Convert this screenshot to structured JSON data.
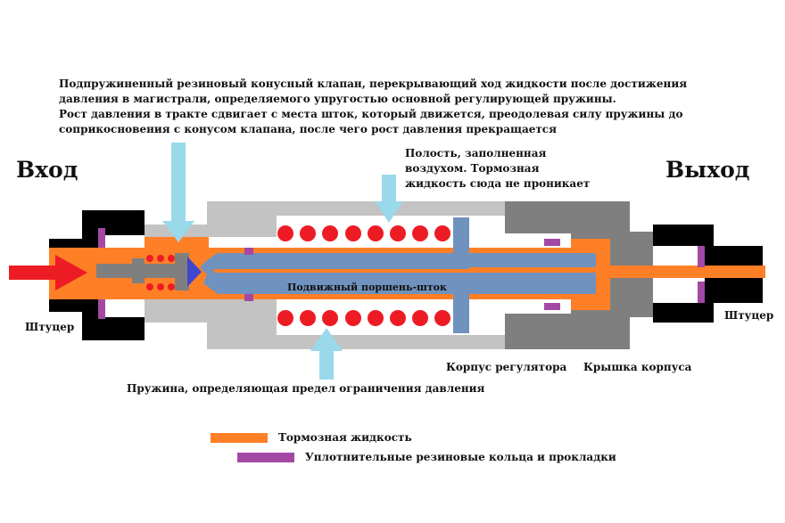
{
  "labels": {
    "inlet": "Вход",
    "outlet": "Выход",
    "fitting_left": "Штуцер",
    "fitting_right": "Штуцер",
    "valve_note_lines": [
      "Подпружиненный резиновый конусный клапан, перекрывающий ход жидкости после достижения",
      "давления в магистрали, определяемого упругостью основной регулирующей пружины.",
      "Рост давления в тракте сдвигает с места шток, который движется, преодолевая силу пружины до",
      "соприкосновения с конусом клапана, после чего рост давления прекращается"
    ],
    "air_cavity_lines": [
      "Полость, заполненная",
      "воздухом. Тормозная",
      "жидкость сюда не проникает"
    ],
    "piston": "Подвижный поршень-шток",
    "spring": "Пружина, определяющая предел ограничения давления",
    "body": "Корпус регулятора",
    "cover": "Крышка корпуса"
  },
  "legend": [
    {
      "label": "Тормозная жидкость",
      "color": "#ff7f27"
    },
    {
      "label": "Уплотнительные резиновые кольца и прокладки",
      "color": "#a349a4"
    }
  ],
  "colors": {
    "fluid": "#ff7f27",
    "seal": "#a349a4",
    "body": "#c3c3c3",
    "cover": "#7f7f7f",
    "fitting": "#000000",
    "piston": "#7092be",
    "spring": "#ed1c24",
    "arrow": "#99d9ea",
    "inlet_arrow": "#ed1c24",
    "valve_cone": "#3f48cc"
  },
  "icons": [
    "inlet-flow-arrow-icon",
    "pointer-arrow-icon"
  ]
}
